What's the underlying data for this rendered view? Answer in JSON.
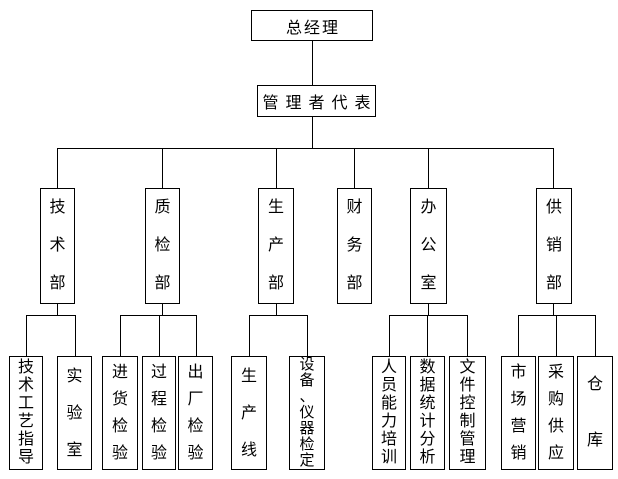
{
  "org": {
    "root": "总经理",
    "representative": "管理者代表",
    "departments": [
      {
        "label": "技术部",
        "children": [
          "技术工艺指导",
          "实验室"
        ]
      },
      {
        "label": "质检部",
        "children": [
          "进货检验",
          "过程检验",
          "出厂检验"
        ]
      },
      {
        "label": "生产部",
        "children": [
          "生产线",
          "设备、仪器检定"
        ]
      },
      {
        "label": "财务部",
        "children": []
      },
      {
        "label": "办公室",
        "children": [
          "人员能力培训",
          "数据统计分析",
          "文件控制管理"
        ]
      },
      {
        "label": "供销部",
        "children": [
          "市场营销",
          "采购供应",
          "仓库"
        ]
      }
    ],
    "line_color": "#000000",
    "background_color": "#ffffff"
  }
}
